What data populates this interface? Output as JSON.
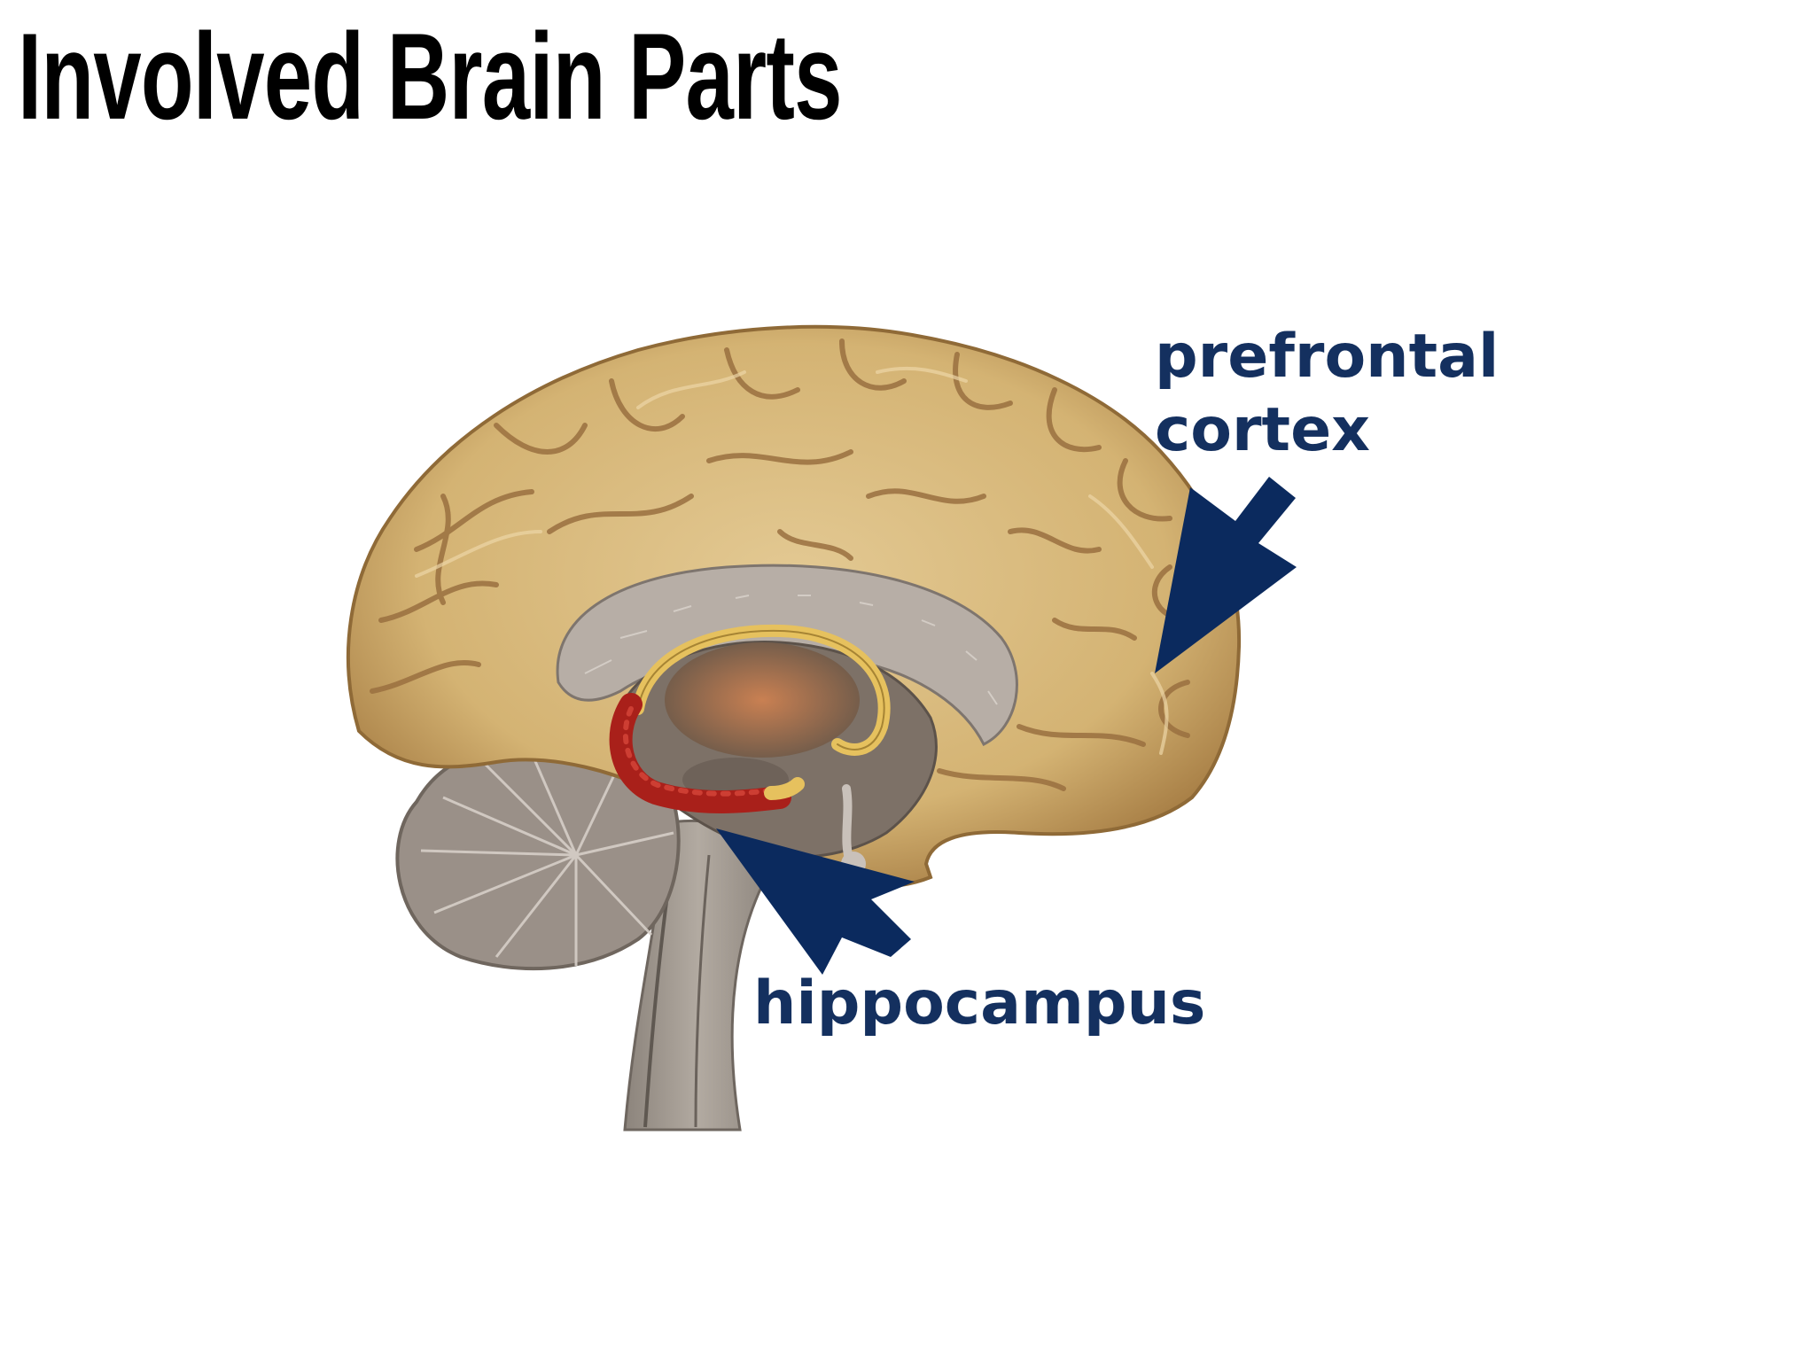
{
  "slide": {
    "title": "Involved Brain Parts"
  },
  "labels": {
    "prefrontal_line1": "prefrontal",
    "prefrontal_line2": "cortex",
    "hippocampus": "hippocampus"
  },
  "colors": {
    "background": "#ffffff",
    "title": "#000000",
    "label": "#14305f",
    "arrow": "#0b2a5e",
    "cerebrum": "#d7b87a",
    "cerebrum_shadow": "#b58a4c",
    "cerebellum": "#9a9088",
    "brainstem": "#a29a91",
    "corpus_callosum": "#b7aea6",
    "hippocampus": "#a9201a",
    "fornix": "#e6c15e",
    "thalamus": "#b46a3e"
  }
}
